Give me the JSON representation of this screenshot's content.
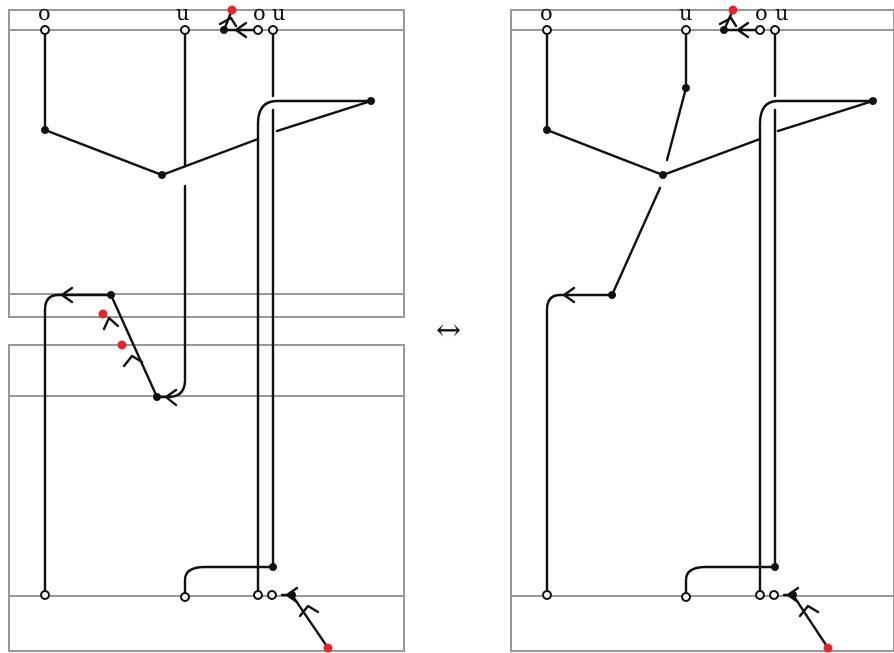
{
  "equivalence_symbol": "↔",
  "left_diagram": {
    "top_labels": [
      "o",
      "u",
      "o",
      "u"
    ]
  },
  "right_diagram": {
    "top_labels": [
      "o",
      "u",
      "o",
      "u"
    ]
  },
  "colors": {
    "frame": "#999999",
    "strand": "#111111",
    "marked_point": "#e8232a"
  }
}
